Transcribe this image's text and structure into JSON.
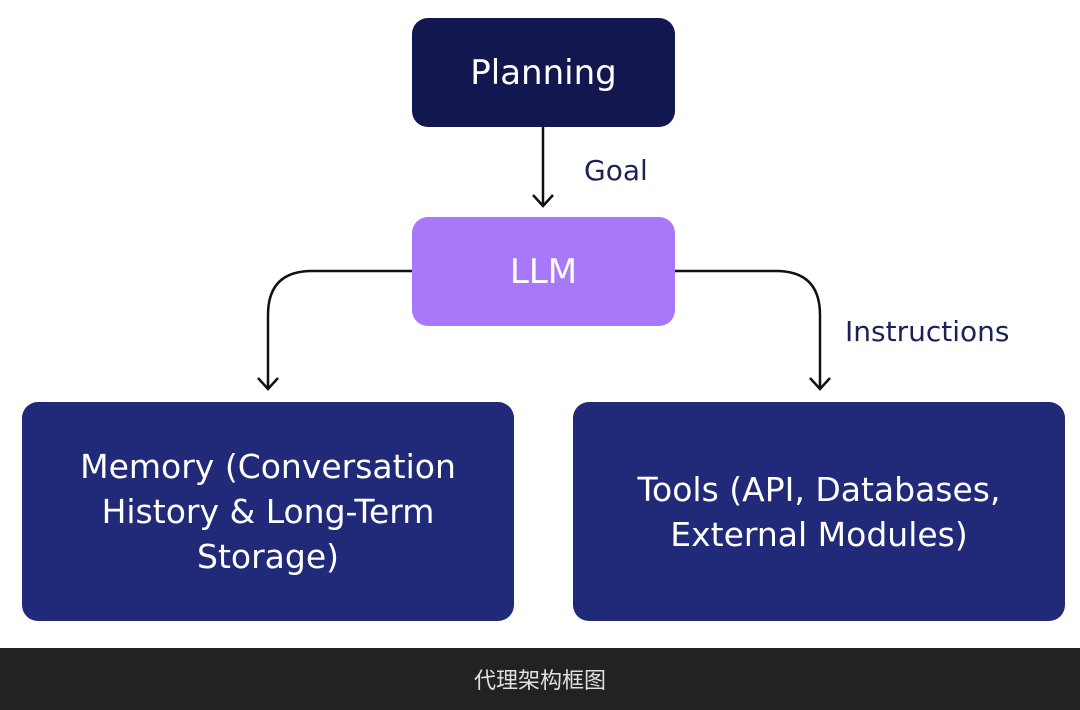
{
  "diagram": {
    "nodes": {
      "planning": "Planning",
      "llm": "LLM",
      "memory": "Memory (Conversation History & Long-Term Storage)",
      "tools": "Tools (API, Databases, External Modules)"
    },
    "edges": {
      "goal": "Goal",
      "instructions": "Instructions"
    },
    "colors": {
      "planning": "#13174f",
      "llm": "#a877fa",
      "memory": "#212a79",
      "tools": "#212a79",
      "arrow": "#111111"
    }
  },
  "caption": "代理架构框图"
}
